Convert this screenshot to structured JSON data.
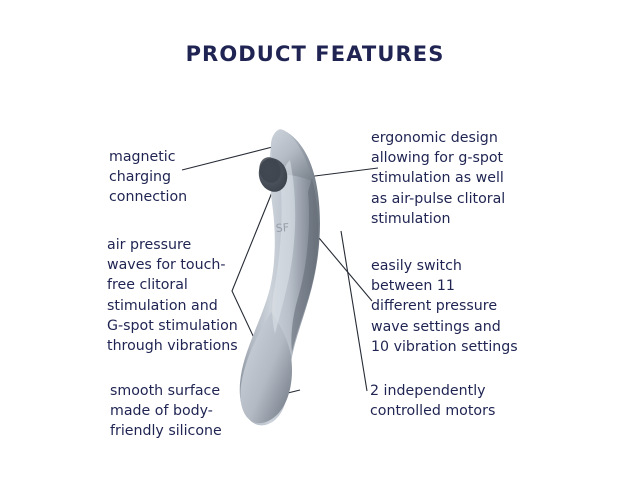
{
  "title": "PRODUCT FEATURES",
  "colors": {
    "text": "#1f2452",
    "background": "#ffffff",
    "leader_line": "#262b35",
    "device_body_light": "#c3c9d2",
    "device_body_mid": "#aeb5bf",
    "device_body_dark": "#6e7680",
    "device_nozzle": "#4a515b"
  },
  "callouts": {
    "magnetic_charging": "magnetic\ncharging\nconnection",
    "air_pressure": "air pressure\nwaves for touch-\nfree clitoral\nstimulation and\nG-spot stimulation\nthrough vibrations",
    "smooth_surface": "smooth surface\nmade of body-\nfriendly silicone",
    "ergonomic_design": "ergonomic design\nallowing for g-spot\nstimulation as well\nas air-pulse clitoral\nstimulation",
    "easily_switch": "easily switch\nbetween 11\ndifferent pressure\nwave settings and\n10 vibration settings",
    "motors": "2 independently\ncontrolled motors"
  },
  "product": {
    "brand_mark": "SF"
  }
}
